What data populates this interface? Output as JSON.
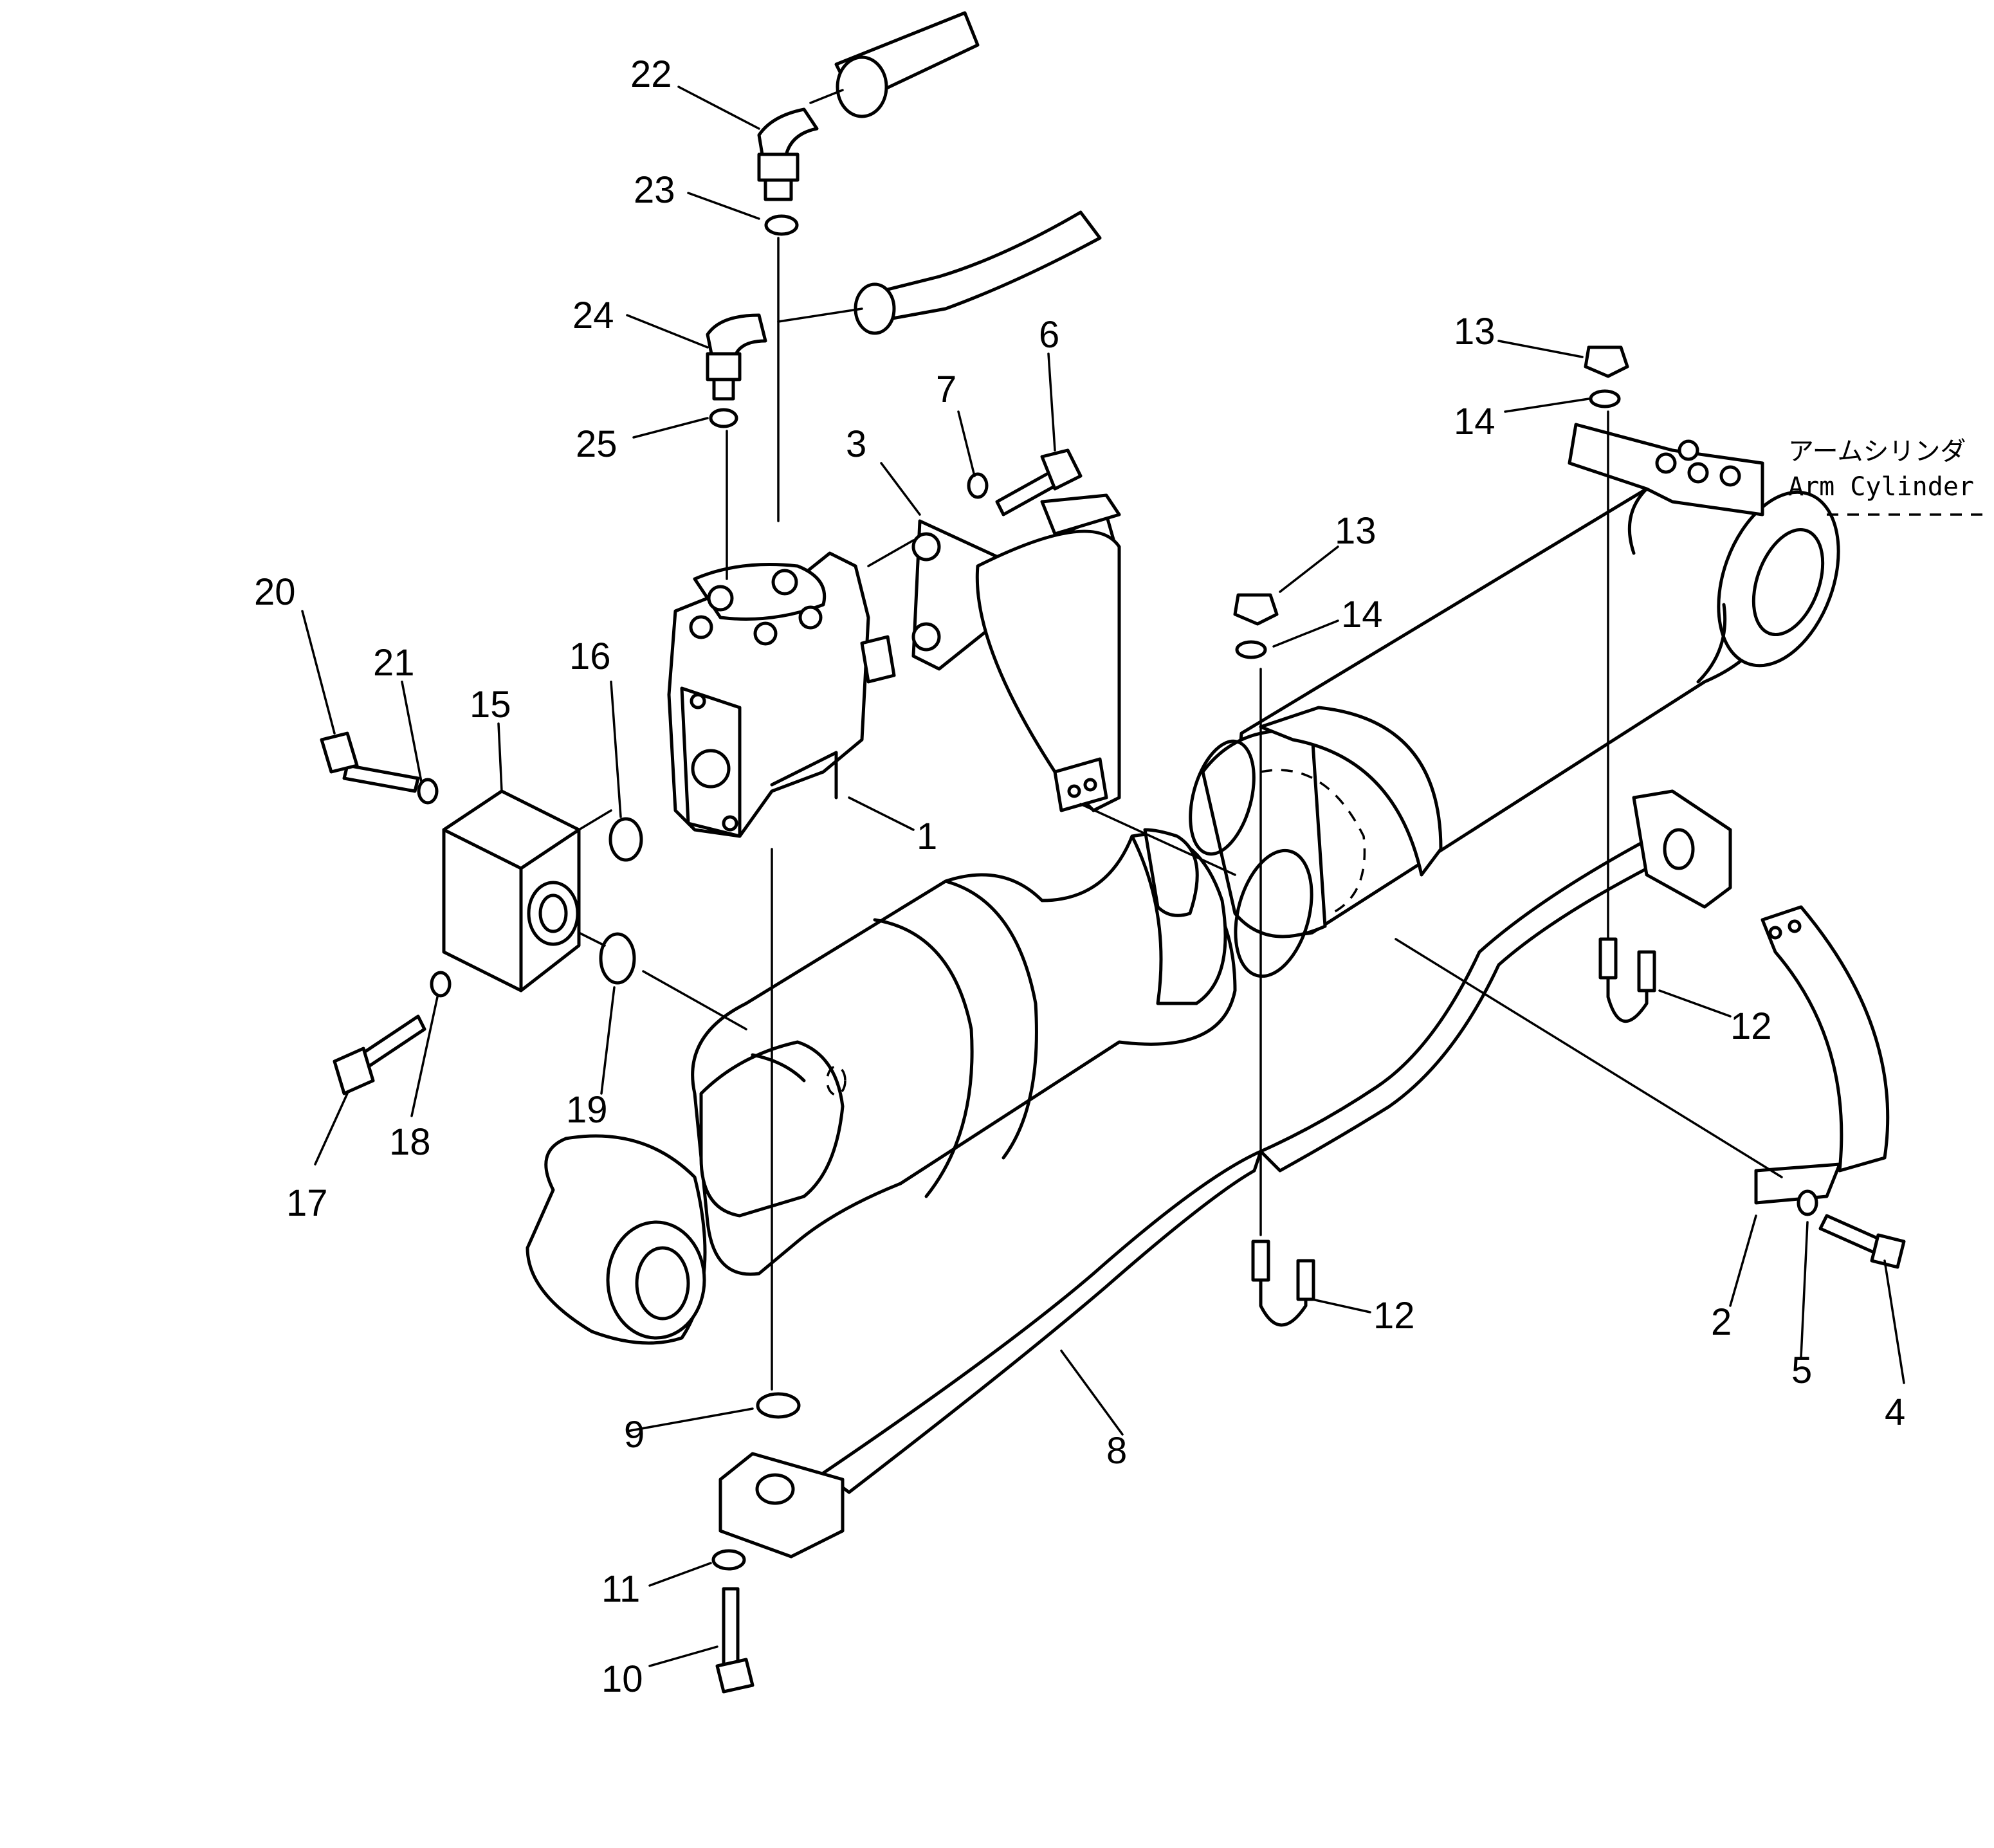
{
  "caption": {
    "japanese": "アームシリンダ",
    "english": "Arm Cylinder"
  },
  "callouts": {
    "c1": "1",
    "c2": "2",
    "c3": "3",
    "c4": "4",
    "c5": "5",
    "c6": "6",
    "c7": "7",
    "c8": "8",
    "c9": "9",
    "c10": "10",
    "c11": "11",
    "c12a": "12",
    "c12b": "12",
    "c13a": "13",
    "c13b": "13",
    "c14a": "14",
    "c14b": "14",
    "c15": "15",
    "c16": "16",
    "c17": "17",
    "c18": "18",
    "c19": "19",
    "c20": "20",
    "c21": "21",
    "c22": "22",
    "c23": "23",
    "c24": "24",
    "c25": "25"
  }
}
